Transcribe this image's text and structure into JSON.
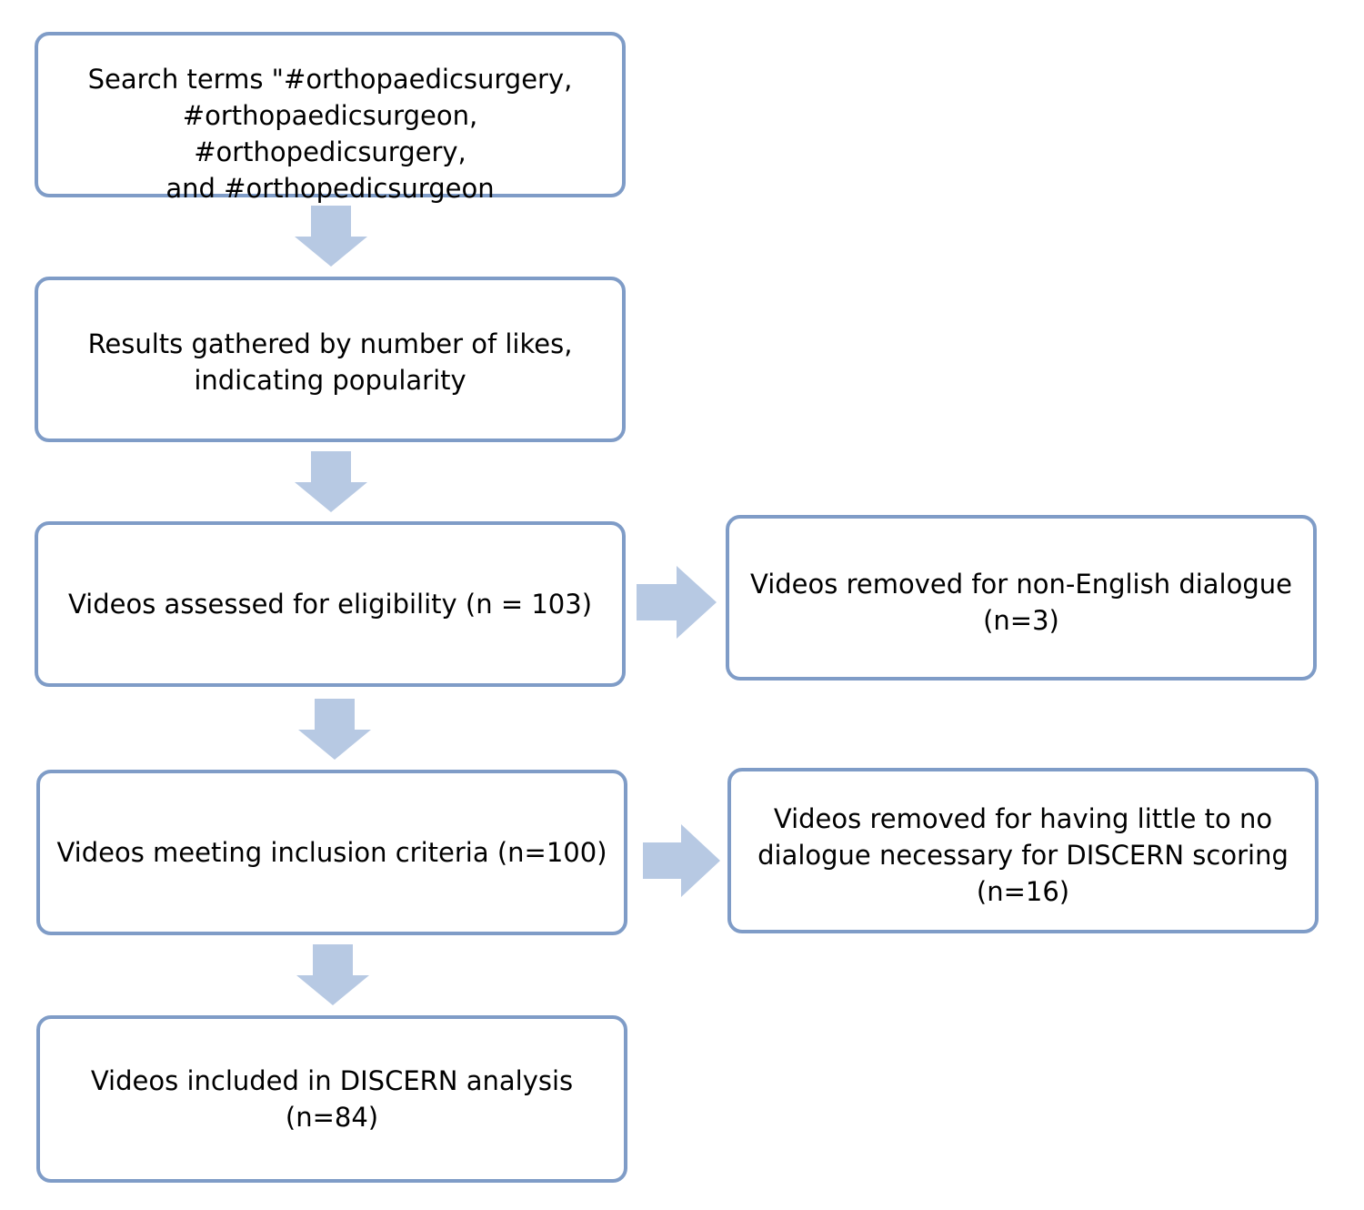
{
  "flowchart": {
    "colors": {
      "box_border": "#7f9cc7",
      "arrow_fill": "#b7c9e3",
      "text": "#000000",
      "background": "#ffffff"
    },
    "boxes": {
      "search": [
        "Search terms \"#orthopaedicsurgery,",
        "#orthopaedicsurgeon, #orthopedicsurgery,",
        "and #orthopedicsurgeon"
      ],
      "results": [
        "Results gathered by number of likes,",
        "indicating popularity"
      ],
      "assessed": [
        "Videos assessed for eligibility (n = 103)"
      ],
      "meeting": [
        "Videos meeting inclusion criteria (n=100)"
      ],
      "included": [
        "Videos included in DISCERN analysis (n=84)"
      ],
      "removed_language": [
        "Videos removed for non-English dialogue",
        "(n=3)"
      ],
      "removed_dialogue": [
        "Videos removed for having little to no",
        "dialogue necessary for DISCERN scoring",
        "(n=16)"
      ]
    }
  }
}
